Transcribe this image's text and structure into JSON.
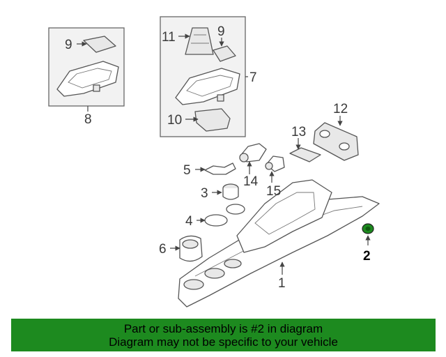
{
  "callouts": {
    "c1": "1",
    "c2": "2",
    "c3": "3",
    "c4": "4",
    "c5": "5",
    "c6": "6",
    "c7": "7",
    "c8": "8",
    "c9a": "9",
    "c9b": "9",
    "c10": "10",
    "c11": "11",
    "c12": "12",
    "c13": "13",
    "c14": "14",
    "c15": "15"
  },
  "highlight": {
    "part_number": "2",
    "color": "#1d8a1f"
  },
  "banner": {
    "line1": "Part or sub-assembly is #2 in diagram",
    "line2": "Diagram may not be specific to your vehicle"
  }
}
